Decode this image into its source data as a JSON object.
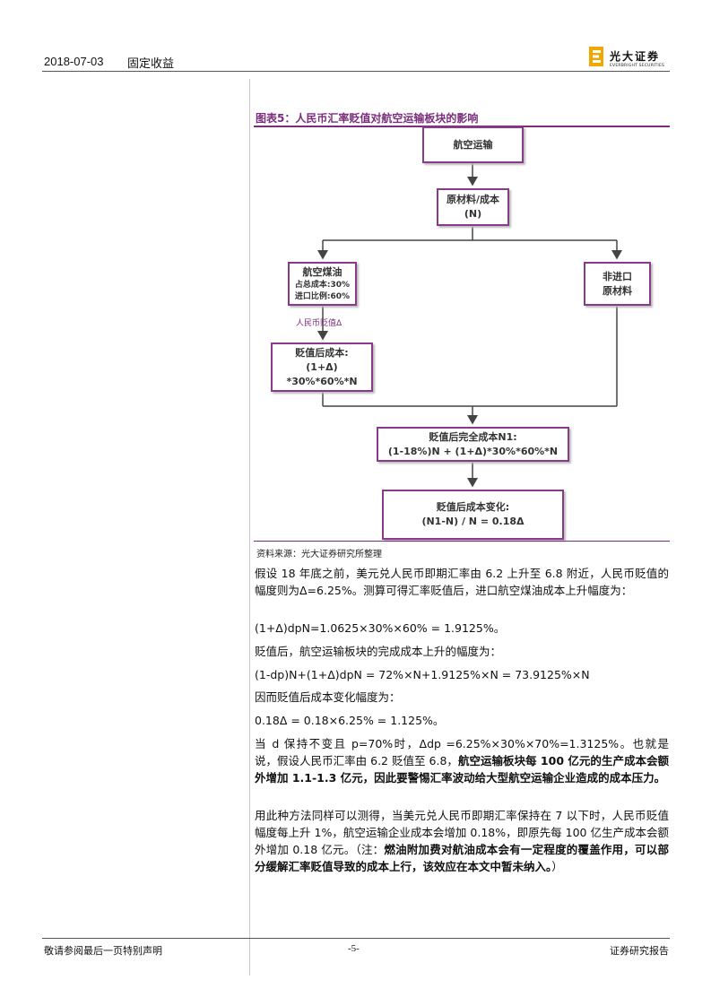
{
  "header": {
    "date": "2018-07-03",
    "category": "固定收益",
    "logo_cn": "光大证券",
    "logo_en": "EVERBRIGHT SECURITIES"
  },
  "figure": {
    "title": "图表5：人民币汇率贬值对航空运输板块的影响",
    "nodes": {
      "air_transport": "航空运输",
      "raw_cost_line1": "原材料/成本",
      "raw_cost_line2": "(N)",
      "fuel_line1": "航空煤油",
      "fuel_line2": "占总成本:30%",
      "fuel_line3": "进口比例:60%",
      "non_import_line1": "非进口",
      "non_import_line2": "原材料",
      "devalued_line1": "贬值后成本:",
      "devalued_line2": "(1+Δ)",
      "devalued_line3": "*30%*60%*N",
      "total_line1": "贬值后完全成本N1:",
      "total_line2": "(1-18%)N + (1+Δ)*30%*60%*N",
      "change_line1": "贬值后成本变化:",
      "change_line2": "(N1-N) / N = 0.18Δ"
    },
    "edge_label": "人民币贬值Δ",
    "source": "资料来源：光大证券研究所整理"
  },
  "body": {
    "p1": "假设 18 年底之前，美元兑人民币即期汇率由 6.2 上升至 6.8 附近，人民币贬值的幅度则为Δ=6.25%。测算可得汇率贬值后，进口航空煤油成本上升幅度为：",
    "p2": "(1+Δ)dpN=1.0625×30%×60% = 1.9125%。",
    "p3": "贬值后，航空运输板块的完成成本上升的幅度为：",
    "p4": "(1-dp)N+(1+Δ)dpN = 72%×N+1.9125%×N = 73.9125%×N",
    "p5": "因而贬值后成本变化幅度为：",
    "p6": "0.18Δ = 0.18×6.25% = 1.125%。",
    "p7_normal": "当 d 保持不变且 p=70%时，Δdp =6.25%×30%×70%=1.3125%。也就是说，假设人民币汇率由 6.2 贬值至 6.8，",
    "p7_bold": "航空运输板块每 100 亿元的生产成本会额外增加 1.1-1.3 亿元，因此要警惕汇率波动给大型航空运输企业造成的成本压力。",
    "p8_normal": "用此种方法同样可以测得，当美元兑人民币即期汇率保持在 7 以下时，人民币贬值幅度每上升 1%，航空运输企业成本会增加 0.18%，即原先每 100 亿生产成本会额外增加 0.18 亿元。（注：",
    "p8_bold": "燃油附加费对航油成本会有一定程度的覆盖作用，可以部分缓解汇率贬值导致的成本上行，该效应在本文中暂未纳入。",
    "p8_end": "）"
  },
  "footer": {
    "left": "敬请参阅最后一页特别声明",
    "page": "-5-",
    "right": "证券研究报告"
  }
}
